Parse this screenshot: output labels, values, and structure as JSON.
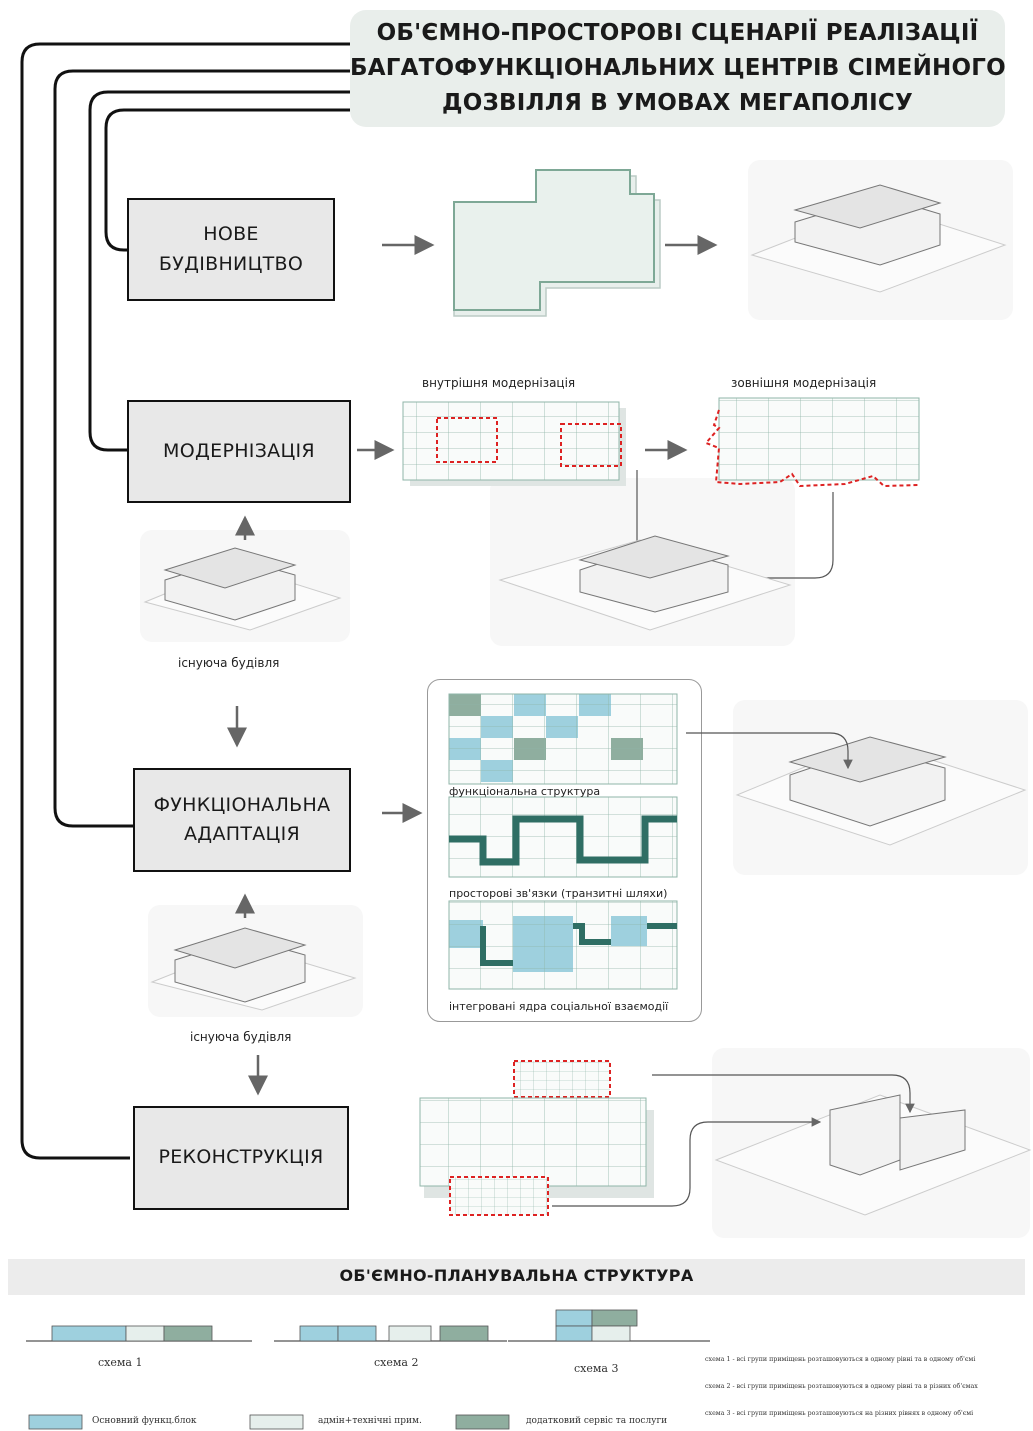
{
  "title": {
    "line1": "ОБ'ЄМНО-ПРОСТОРОВІ СЦЕНАРІЇ РЕАЛІЗАЦІЇ",
    "line2": "БАГАТОФУНКЦІОНАЛЬНИХ ЦЕНТРІВ СІМЕЙНОГО",
    "line3": "ДОЗВІЛЛЯ В УМОВАХ МЕГАПОЛІСУ"
  },
  "scenarios": {
    "new_construction": {
      "line1": "НОВЕ",
      "line2": "БУДІВНИЦТВО"
    },
    "modernization": "МОДЕРНІЗАЦІЯ",
    "functional_adaptation": {
      "line1": "ФУНКЦІОНАЛЬНА",
      "line2": "АДАПТАЦІЯ"
    },
    "reconstruction": "РЕКОНСТРУКЦІЯ"
  },
  "labels": {
    "internal_modernization": "внутрішня модернізація",
    "external_modernization": "зовнішня модернізація",
    "existing_building_1": "існуюча будівля",
    "existing_building_2": "існуюча будівля",
    "functional_structure": "функціональна структура",
    "spatial_links": "просторові зв'язки (транзитні шляхи)",
    "integrated_cores": "інтегровані ядра соціальної взаємодії"
  },
  "bottom": {
    "title": "ОБ'ЄМНО-ПЛАНУВАЛЬНА СТРУКТУРА",
    "scheme1": "схема 1",
    "scheme2": "схема 2",
    "scheme3": "схема 3",
    "notes": [
      "схема 1 - всі групи приміщень розташовуються в одному рівні та в одному об'ємі",
      "схема 2 - всі групи приміщень розташовуються в одному рівні та в різних об'ємах",
      "схема 3 - всі групи приміщень розташовуються на різних рівнях в одному об'ємі"
    ],
    "legend": {
      "main": "Основний функц.блок",
      "admin": "адмін+технічні прим.",
      "extra": "додатковий сервіс та послуги"
    }
  },
  "colors": {
    "main_block": "#9ed0de",
    "admin_block": "#e6efec",
    "extra_block": "#8fae9f",
    "path": "#2f6e64",
    "red_dash": "#dd2222",
    "title_bg": "#e9eeeb"
  }
}
